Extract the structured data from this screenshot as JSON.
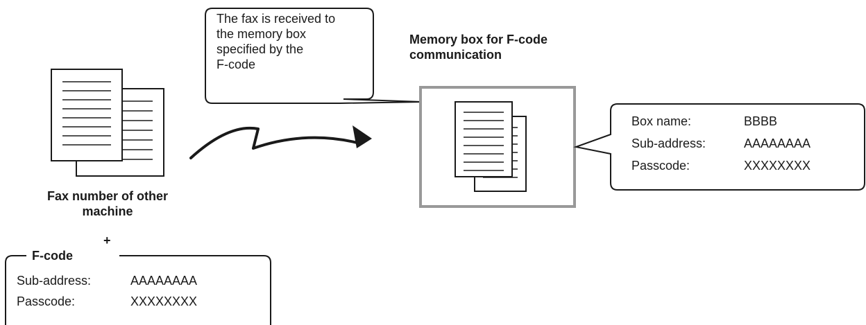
{
  "speech_bubble": {
    "lines": [
      "The fax is received to",
      "the memory box",
      "specified by the",
      "F-code"
    ]
  },
  "memory_box": {
    "title_lines": [
      "Memory box for F-code",
      "communication"
    ]
  },
  "box_info": {
    "rows": [
      {
        "label": "Box name:",
        "value": "BBBB"
      },
      {
        "label": "Sub-address:",
        "value": "AAAAAAAA"
      },
      {
        "label": "Passcode:",
        "value": "XXXXXXXX"
      }
    ]
  },
  "sender": {
    "title_lines": [
      "Fax number of other",
      "machine"
    ],
    "plus": "+"
  },
  "fcode_panel": {
    "legend": "F-code",
    "rows": [
      {
        "label": "Sub-address:",
        "value": "AAAAAAAA"
      },
      {
        "label": "Passcode:",
        "value": "XXXXXXXX"
      }
    ]
  }
}
